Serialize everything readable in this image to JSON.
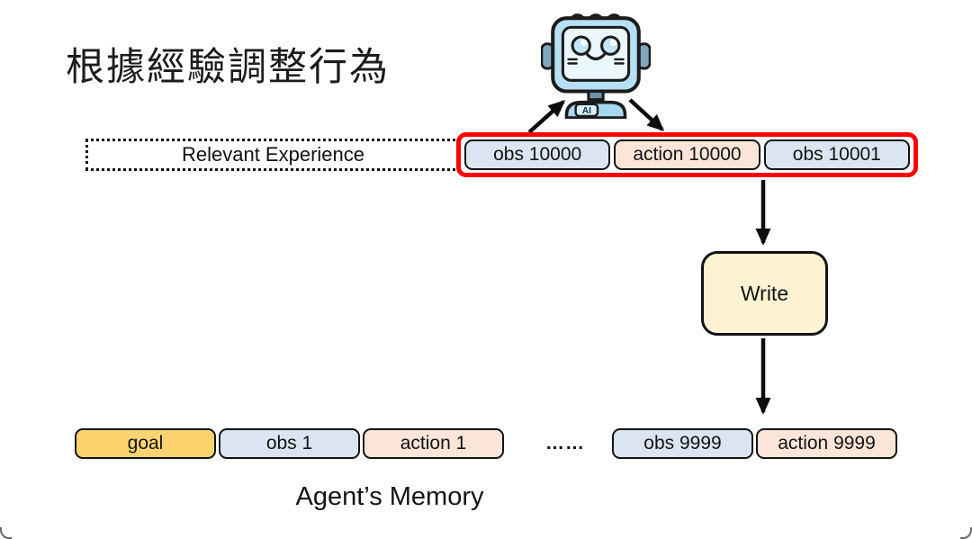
{
  "slide": {
    "title": "根據經驗調整行為",
    "memory_label": "Agent’s Memory",
    "ellipsis": "……"
  },
  "robot": {
    "badge": "AI"
  },
  "relevant_experience": {
    "label": "Relevant Experience",
    "items": [
      {
        "label": "obs 10000",
        "type": "obs"
      },
      {
        "label": "action 10000",
        "type": "action"
      },
      {
        "label": "obs 10001",
        "type": "obs"
      }
    ]
  },
  "write_box": {
    "label": "Write"
  },
  "memory_row": {
    "left_items": [
      {
        "label": "goal",
        "type": "goal"
      },
      {
        "label": "obs 1",
        "type": "obs"
      },
      {
        "label": "action 1",
        "type": "action"
      }
    ],
    "right_items": [
      {
        "label": "obs 9999",
        "type": "obs"
      },
      {
        "label": "action 9999",
        "type": "action"
      }
    ]
  },
  "colors": {
    "red": "#FE0000",
    "obs": "#DBE5F2",
    "action": "#FBE5D8",
    "goal": "#FBD470",
    "write": "#FDF3D2",
    "robot_head": "#B8E0F5",
    "robot_face": "#EAF7FD",
    "robot_body": "#A6D7F0",
    "robot_accent": "#6B94AB",
    "robot_ear": "#7FA8BF",
    "robot_bump": "#E8566A"
  }
}
